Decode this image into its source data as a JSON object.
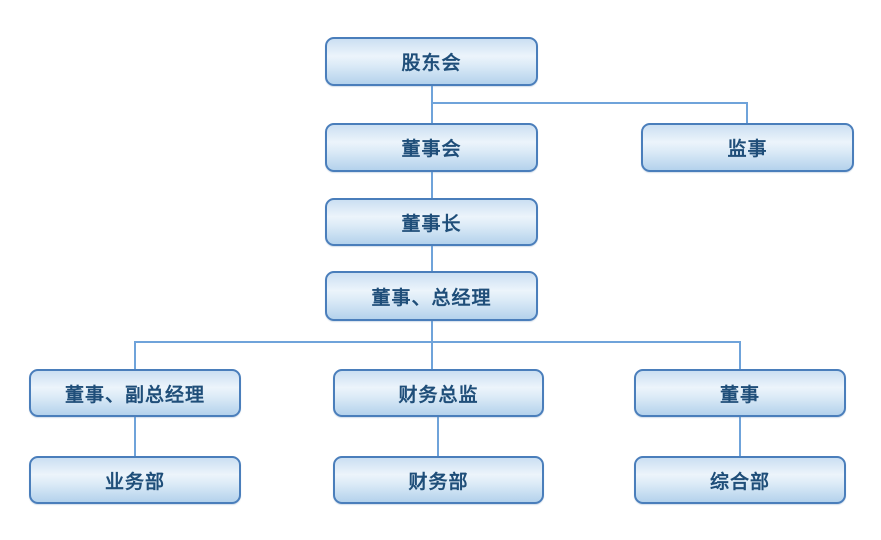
{
  "diagram": {
    "type": "org-chart",
    "background": "#ffffff",
    "colors": {
      "box_border": "#4a7ebb",
      "box_fill_top": "#cbdff2",
      "box_fill_middle": "#ecf4fb",
      "box_fill_bottom": "#b4d2ec",
      "connector": "#6fa3da",
      "text": "#1f4e79"
    },
    "nodes": [
      {
        "id": "shareholders",
        "label": "股东会"
      },
      {
        "id": "board",
        "label": "董事会"
      },
      {
        "id": "supervisor",
        "label": "监事"
      },
      {
        "id": "chairman",
        "label": "董事长"
      },
      {
        "id": "gm",
        "label": "董事、总经理"
      },
      {
        "id": "vgm",
        "label": "董事、副总经理"
      },
      {
        "id": "cfo",
        "label": "财务总监"
      },
      {
        "id": "director",
        "label": "董事"
      },
      {
        "id": "business",
        "label": "业务部"
      },
      {
        "id": "finance",
        "label": "财务部"
      },
      {
        "id": "general",
        "label": "综合部"
      }
    ],
    "edges": [
      {
        "from": "shareholders",
        "to": "board"
      },
      {
        "from": "shareholders",
        "to": "supervisor"
      },
      {
        "from": "board",
        "to": "chairman"
      },
      {
        "from": "chairman",
        "to": "gm"
      },
      {
        "from": "gm",
        "to": "vgm"
      },
      {
        "from": "gm",
        "to": "cfo"
      },
      {
        "from": "gm",
        "to": "director"
      },
      {
        "from": "vgm",
        "to": "business"
      },
      {
        "from": "cfo",
        "to": "finance"
      },
      {
        "from": "director",
        "to": "general"
      }
    ]
  }
}
